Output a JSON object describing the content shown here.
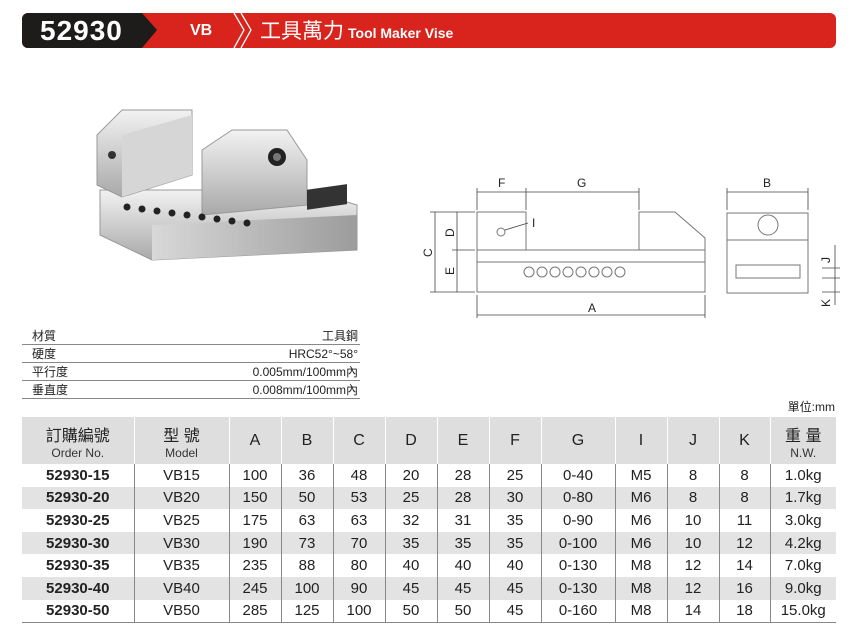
{
  "header": {
    "code": "52930",
    "model": "VB",
    "title_zh": "工具萬力",
    "title_en": "Tool Maker Vise"
  },
  "colors": {
    "red": "#d8241c",
    "black": "#1e1c1a",
    "row_alt": "#e3e3e3"
  },
  "diagram": {
    "labels": {
      "A": "A",
      "B": "B",
      "C": "C",
      "D": "D",
      "E": "E",
      "F": "F",
      "G": "G",
      "I": "I",
      "J": "J",
      "K": "K"
    }
  },
  "specs": [
    {
      "label": "材質",
      "value": "工具鋼"
    },
    {
      "label": "硬度",
      "value": "HRC52°~58°"
    },
    {
      "label": "平行度",
      "value": "0.005mm/100mm內"
    },
    {
      "label": "垂直度",
      "value": "0.008mm/100mm內"
    }
  ],
  "unit": "單位:mm",
  "table": {
    "headers": [
      {
        "zh": "訂購編號",
        "en": "Order No."
      },
      {
        "zh": "型 號",
        "en": "Model"
      },
      {
        "zh": "A"
      },
      {
        "zh": "B"
      },
      {
        "zh": "C"
      },
      {
        "zh": "D"
      },
      {
        "zh": "E"
      },
      {
        "zh": "F"
      },
      {
        "zh": "G"
      },
      {
        "zh": "I"
      },
      {
        "zh": "J"
      },
      {
        "zh": "K"
      },
      {
        "zh": "重 量",
        "en": "N.W."
      }
    ],
    "rows": [
      [
        "52930-15",
        "VB15",
        "100",
        "36",
        "48",
        "20",
        "28",
        "25",
        "0-40",
        "M5",
        "8",
        "8",
        "1.0kg"
      ],
      [
        "52930-20",
        "VB20",
        "150",
        "50",
        "53",
        "25",
        "28",
        "30",
        "0-80",
        "M6",
        "8",
        "8",
        "1.7kg"
      ],
      [
        "52930-25",
        "VB25",
        "175",
        "63",
        "63",
        "32",
        "31",
        "35",
        "0-90",
        "M6",
        "10",
        "11",
        "3.0kg"
      ],
      [
        "52930-30",
        "VB30",
        "190",
        "73",
        "70",
        "35",
        "35",
        "35",
        "0-100",
        "M6",
        "10",
        "12",
        "4.2kg"
      ],
      [
        "52930-35",
        "VB35",
        "235",
        "88",
        "80",
        "40",
        "40",
        "40",
        "0-130",
        "M8",
        "12",
        "14",
        "7.0kg"
      ],
      [
        "52930-40",
        "VB40",
        "245",
        "100",
        "90",
        "45",
        "45",
        "45",
        "0-130",
        "M8",
        "12",
        "16",
        "9.0kg"
      ],
      [
        "52930-50",
        "VB50",
        "285",
        "125",
        "100",
        "50",
        "50",
        "45",
        "0-160",
        "M8",
        "14",
        "18",
        "15.0kg"
      ]
    ]
  }
}
